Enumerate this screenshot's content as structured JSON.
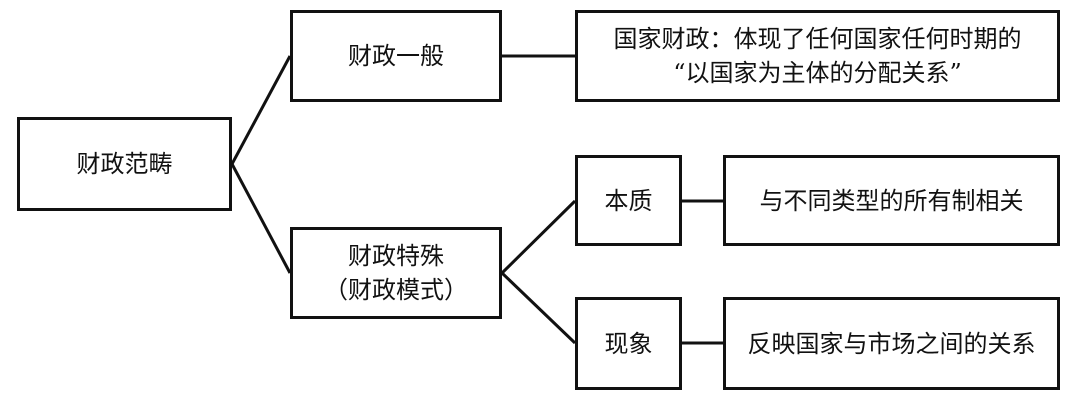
{
  "diagram": {
    "root": {
      "label": "财政范畴"
    },
    "general": {
      "label": "财政一般",
      "description_line1": "国家财政：体现了任何国家任何时期的",
      "description_line2": "“以国家为主体的分配关系”"
    },
    "special": {
      "label_line1": "财政特殊",
      "label_line2": "（财政模式）",
      "children": [
        {
          "label": "本质",
          "description": "与不同类型的所有制相关"
        },
        {
          "label": "现象",
          "description": "反映国家与市场之间的关系"
        }
      ]
    }
  },
  "colors": {
    "stroke": "#111111",
    "background": "#ffffff",
    "text": "#111111"
  }
}
